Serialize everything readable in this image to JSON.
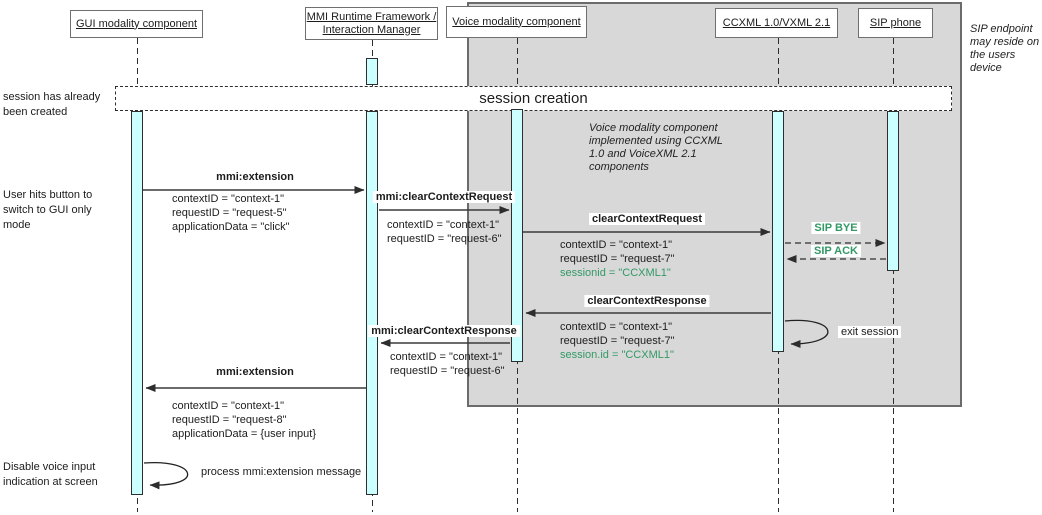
{
  "colors": {
    "activation_fill": "#ccffff",
    "panel_fill": "#d8d8d8",
    "sip_green": "#339966"
  },
  "participants": [
    {
      "label": "GUI modality component"
    },
    {
      "label": "MMI Runtime Framework / Interaction Manager"
    },
    {
      "label": "Voice modality component"
    },
    {
      "label": "CCXML 1.0/VXML 2.1"
    },
    {
      "label": "SIP phone"
    }
  ],
  "frame": {
    "session_creation_label": "session creation"
  },
  "notes": {
    "session_created": "session has already\nbeen created",
    "user_hits_button": "User hits button to\nswitch to GUI only\nmode",
    "disable_voice": "Disable voice input\nindication at screen",
    "sip_endpoint": "SIP endpoint\nmay reside on\nthe users\ndevice",
    "voice_impl": "Voice modality component\nimplemented using CCXML\n1.0 and VoiceXML 2.1\ncomponents"
  },
  "messages": [
    {
      "name": "mmi:extension",
      "params": [
        "contextID = \"context-1\"",
        "requestID = \"request-5\"",
        "applicationData = \"click\""
      ]
    },
    {
      "name": "mmi:clearContextRequest",
      "params": [
        "contextID = \"context-1\"",
        "requestID = \"request-6\""
      ]
    },
    {
      "name": "clearContextRequest",
      "params": [
        "contextID = \"context-1\"",
        "requestID = \"request-7\""
      ],
      "param_green": "sessionid = \"CCXML1\""
    },
    {
      "name": "SIP BYE"
    },
    {
      "name": "SIP ACK"
    },
    {
      "name": "clearContextResponse",
      "params": [
        "contextID = \"context-1\"",
        "requestID = \"request-7\""
      ],
      "param_green": "session.id = \"CCXML1\""
    },
    {
      "name": "exit session"
    },
    {
      "name": "mmi:clearContextResponse",
      "params": [
        "contextID = \"context-1\"",
        "requestID = \"request-6\""
      ]
    },
    {
      "name": "mmi:extension",
      "params": [
        "contextID = \"context-1\"",
        "requestID = \"request-8\"",
        "applicationData = {user input}"
      ]
    },
    {
      "name": "process mmi:extension message"
    }
  ]
}
